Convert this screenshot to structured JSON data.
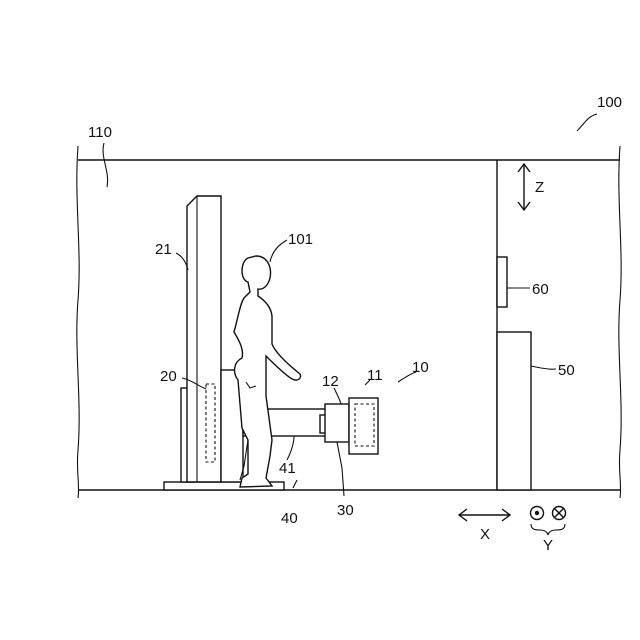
{
  "labels": {
    "system": "100",
    "room": "110",
    "apparatus": "10",
    "unit_11": "11",
    "unit_12": "12",
    "display_stand": "21",
    "display_unit": "20",
    "person": "101",
    "sensor": "60",
    "cabinet": "50",
    "arm": "41",
    "base": "40",
    "camera": "30"
  },
  "axes": {
    "z": "Z",
    "x": "X",
    "y": "Y"
  }
}
